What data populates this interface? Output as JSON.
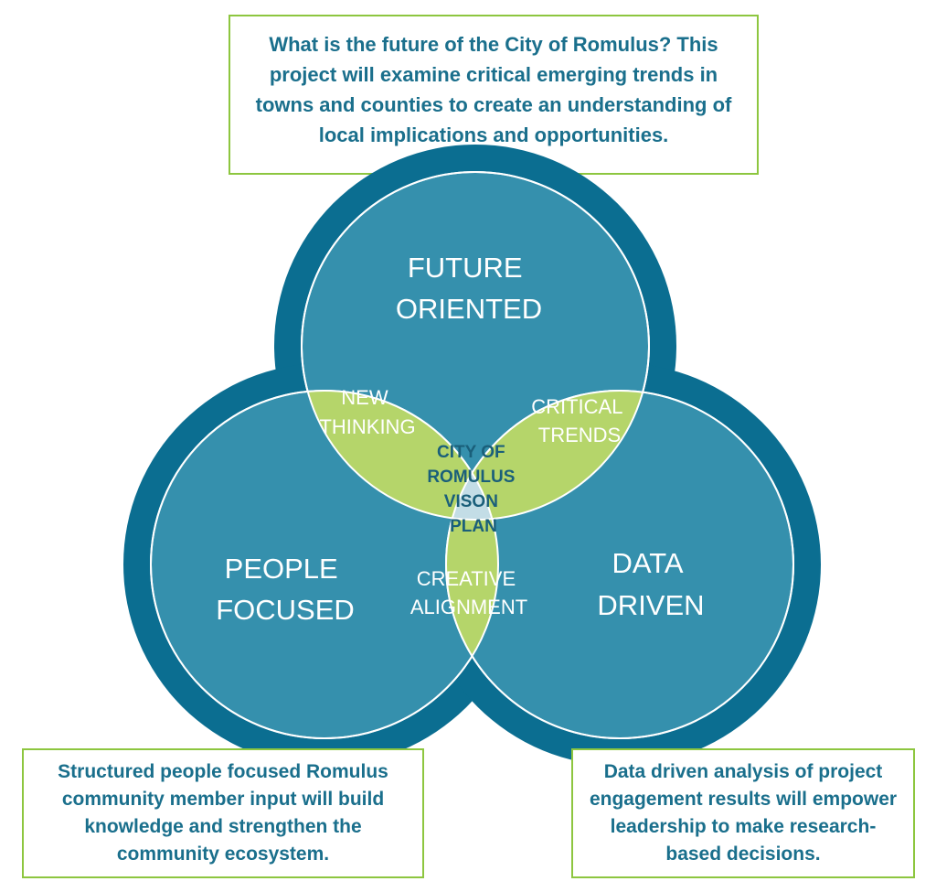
{
  "callouts": {
    "top": "What is the future of the City of Romulus? This project will examine critical emerging trends in towns and counties to create an understanding of local implications and opportunities.",
    "left": "Structured people focused Romulus community member input will build knowledge and strengthen the community ecosystem.",
    "right": "Data driven analysis of project engagement results will empower leadership to make research-based decisions."
  },
  "circles": {
    "top": [
      "FUTURE",
      "ORIENTED"
    ],
    "left": [
      "PEOPLE",
      "FOCUSED"
    ],
    "right": [
      "DATA",
      "DRIVEN"
    ]
  },
  "overlaps": {
    "top_left": [
      "NEW",
      "THINKING"
    ],
    "top_right": [
      "CRITICAL",
      "TRENDS"
    ],
    "bottom": [
      "CREATIVE",
      "ALIGNMENT"
    ]
  },
  "center": [
    "CITY OF",
    "ROMULUS",
    "VISON",
    "PLAN"
  ],
  "colors": {
    "ring": "#0b6e91",
    "fill": "#3590ad",
    "overlap": "#b5d56a",
    "center": "#c3dde6",
    "border": "#8dc63f",
    "text": "#1a6f8c"
  }
}
